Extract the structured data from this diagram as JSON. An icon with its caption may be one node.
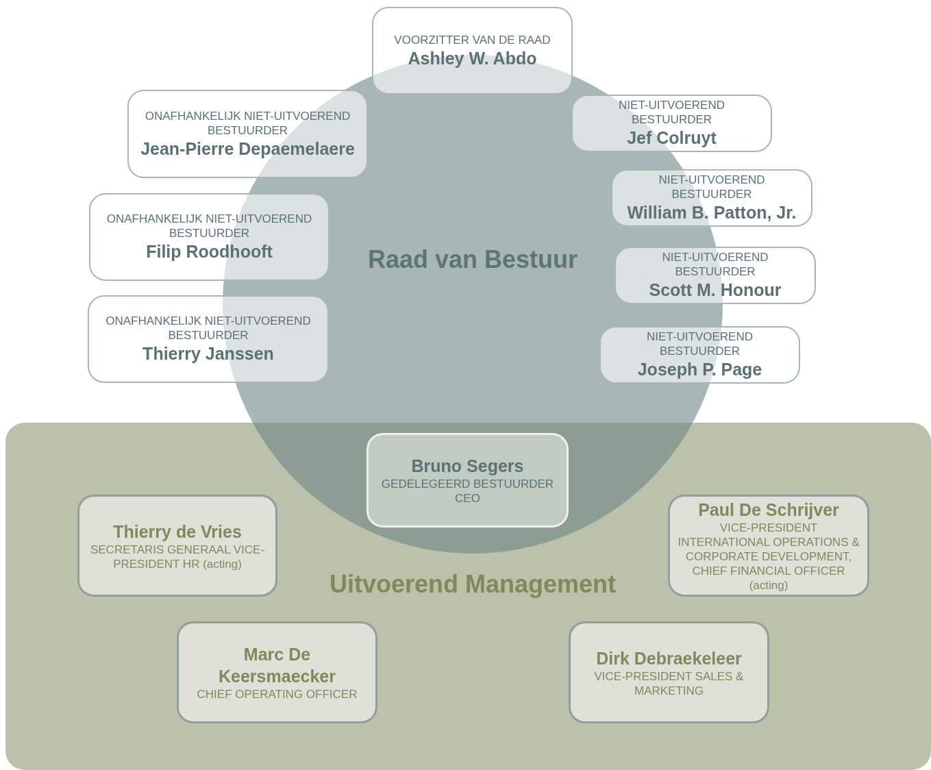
{
  "diagram": {
    "nodes": [
      {
        "text": [
          "Raad van Bestuur"
        ]
      },
      {
        "text": [
          "VOORZITTER VAN DE RAAD",
          "Ashley W. Abdo"
        ]
      },
      {
        "text": [
          "ONAFHANKELIJK NIET-UITVOEREND BESTUURDER",
          "Jean-Pierre Depaemelaere"
        ]
      },
      {
        "text": [
          "NIET-UITVOEREND BESTUURDER",
          "Jef Colruyt"
        ]
      },
      {
        "text": [
          "NIET-UITVOEREND BESTUURDER",
          "William B. Patton, Jr."
        ]
      },
      {
        "text": [
          "ONAFHANKELIJK NIET-UITVOEREND BESTUURDER",
          "Filip Roodhooft"
        ]
      },
      {
        "text": [
          "NIET-UITVOEREND BESTUURDER",
          "Scott M. Honour"
        ]
      },
      {
        "text": [
          "ONAFHANKELIJK NIET-UITVOEREND BESTUURDER",
          "Thierry Janssen"
        ]
      },
      {
        "text": [
          "NIET-UITVOEREND BESTUURDER",
          "Joseph P. Page"
        ]
      },
      {
        "text": [
          "Uitvoerend Management"
        ]
      },
      {
        "text": [
          "Bruno Segers",
          "GEDELEGEERD BESTUURDER CEO"
        ]
      },
      {
        "text": [
          "Thierry de Vries",
          "SECRETARIS GENERAAL VICE-PRESIDENT HR (acting)"
        ],
        "in": 9
      },
      {
        "text": [
          "Paul De Schrijver",
          "VICE-PRESIDENT INTERNATIONAL OPERATIONS & CORPORATE DEVELOPMENT, CHIEF FINANCIAL OFFICER (acting)"
        ],
        "in": 9
      },
      {
        "text": [
          "Marc De Keersmaecker",
          "CHIEF OPERATING OFFICER"
        ],
        "in": 9
      },
      {
        "text": [
          "Dirk Debraekeleer",
          "VICE-PRESIDENT SALES & MARKETING"
        ],
        "in": 9
      }
    ],
    "edges": []
  }
}
